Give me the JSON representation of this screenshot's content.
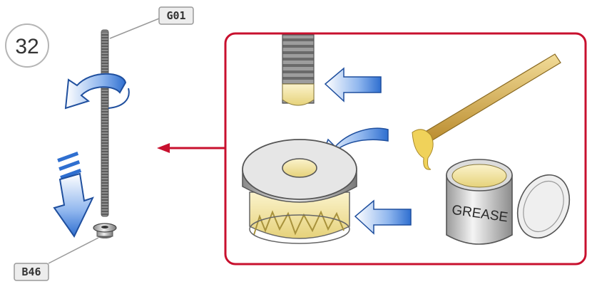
{
  "step": {
    "number": "32"
  },
  "parts": {
    "rod": {
      "code": "G01"
    },
    "bushing": {
      "code": "B46"
    }
  },
  "detail": {
    "can_label": "GREASE"
  },
  "colors": {
    "frame": "#c8102e",
    "pointer": "#c8102e",
    "arrow_blue": "#2f6fd0",
    "grease": "#f3e7a8",
    "wood": "#d9b25a",
    "metal": "#c9c9c9"
  }
}
